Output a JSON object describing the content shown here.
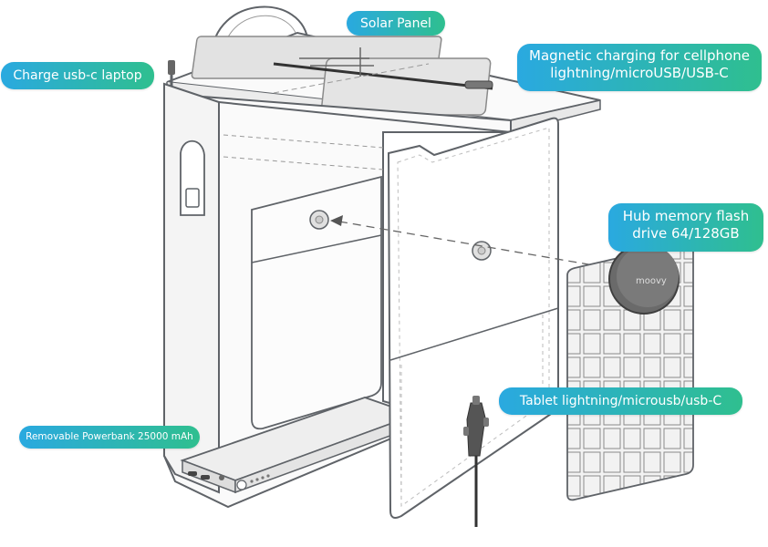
{
  "callouts": {
    "solar_panel": "Solar Panel",
    "charge_laptop": "Charge usb-c laptop",
    "magnetic_line1": "Magnetic charging for cellphone",
    "magnetic_line2": "lightning/microUSB/USB-C",
    "hub_line1": "Hub memory flash",
    "hub_line2": "drive 64/128GB",
    "tablet": "Tablet lightning/microusb/usb-C",
    "powerbank": "Removable Powerbank 25000 mAh"
  },
  "hub_logo_text": "moovy",
  "colors": {
    "callout_gradient_start": "#2aa9e0",
    "callout_gradient_end": "#2fbf8f",
    "outline": "#5f6368",
    "panel_fill": "#e6e6e6",
    "surface": "#fafafa"
  }
}
